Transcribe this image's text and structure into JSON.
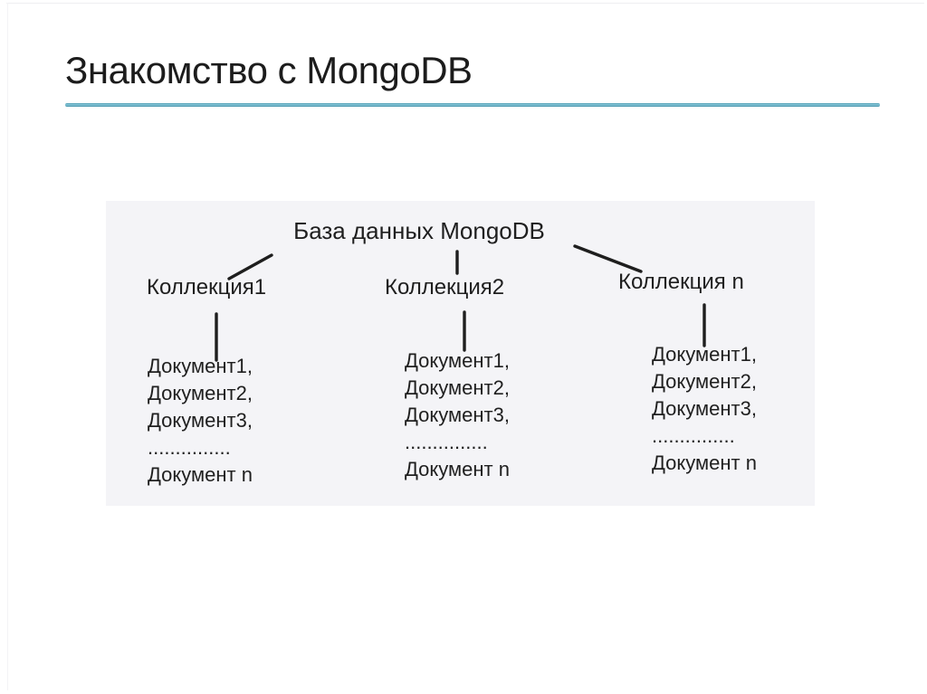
{
  "slide": {
    "title": "Знакомство с MongoDB",
    "accent_color": "#4f9cb2"
  },
  "diagram": {
    "background_color": "#f4f4f7",
    "line_color": "#1e1e1e",
    "root": "База данных MongoDB",
    "collections": [
      {
        "label": "Коллекция1",
        "documents": [
          "Документ1,",
          "Документ2,",
          "Документ3,",
          "...............",
          "Документ n"
        ]
      },
      {
        "label": "Коллекция2",
        "documents": [
          "Документ1,",
          "Документ2,",
          "Документ3,",
          "...............",
          "Документ n"
        ]
      },
      {
        "label": "Коллекция n",
        "documents": [
          "Документ1,",
          "Документ2,",
          "Документ3,",
          "...............",
          "Документ n"
        ]
      }
    ]
  }
}
